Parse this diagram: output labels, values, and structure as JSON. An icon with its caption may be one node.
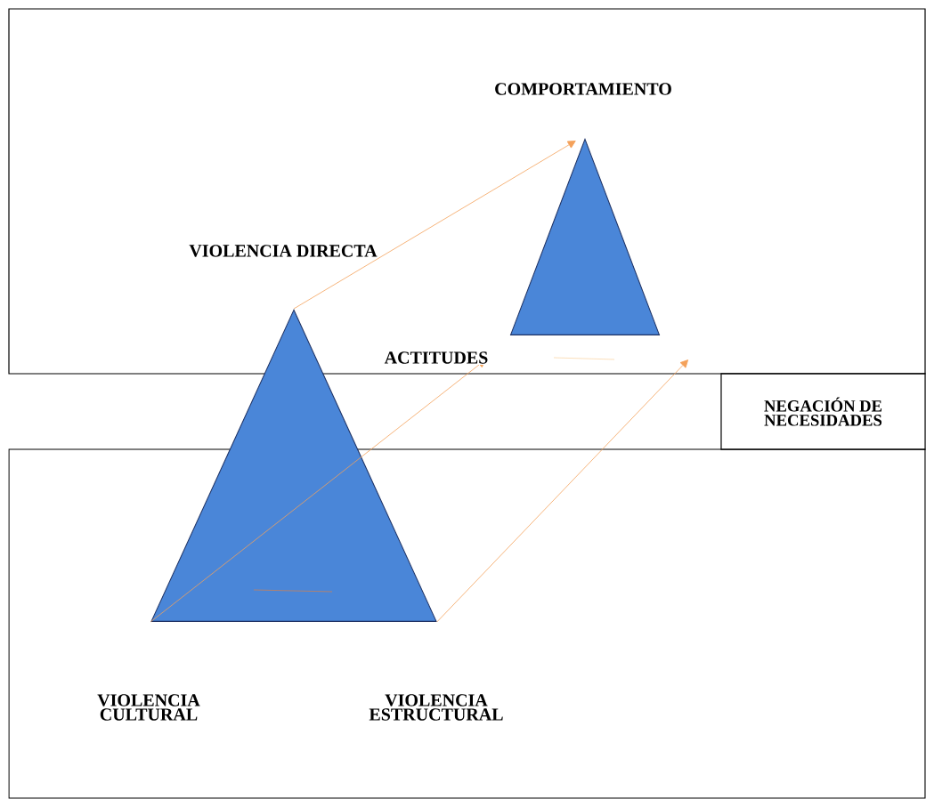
{
  "diagram": {
    "nodes": [
      {
        "text": [
          "NEGACIÓN DE NECESIDADES"
        ]
      },
      {
        "text": [],
        "shape": "triangle"
      },
      {
        "text": [],
        "shape": "triangle"
      }
    ],
    "edges": [
      {
        "from": 1,
        "to": 2,
        "arrow": "to",
        "color": "#f4a15a"
      },
      {
        "from": 1,
        "to": 2,
        "arrow": "to",
        "color": "#f4a15a"
      },
      {
        "from": 1,
        "to": 2,
        "arrow": "to",
        "color": "#f4a15a"
      }
    ],
    "labels": [
      "COMPORTAMIENTO",
      "VIOLENCIA DIRECTA",
      "ACTITUDES",
      "VIOLENCIA CULTURAL",
      "VIOLENCIA ESTRUCTURAL"
    ]
  }
}
